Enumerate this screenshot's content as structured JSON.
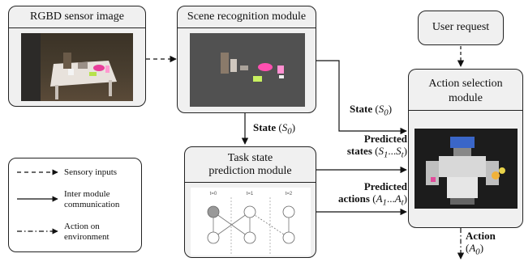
{
  "nodes": {
    "rgbd": {
      "title": "RGBD sensor image"
    },
    "scene": {
      "title": "Scene recognition module"
    },
    "task": {
      "title_line1": "Task state",
      "title_line2": "prediction module"
    },
    "user": {
      "title": "User request"
    },
    "action": {
      "title_line1": "Action selection",
      "title_line2": "module"
    }
  },
  "edges": {
    "scene_to_task": {
      "label": "State",
      "sym": "S",
      "sub": "0"
    },
    "scene_to_action": {
      "label": "State",
      "sym": "S",
      "sub": "0"
    },
    "states": {
      "line1": "Predicted",
      "line2": "states",
      "sym_a": "S",
      "sub_a": "1",
      "dots": "...",
      "sym_b": "S",
      "sub_b": "t"
    },
    "actions": {
      "line1": "Predicted",
      "line2": "actions",
      "sym_a": "A",
      "sub_a": "1",
      "dots": "...",
      "sym_b": "A",
      "sub_b": "t"
    },
    "output": {
      "label": "Action",
      "sym": "A",
      "sub": "0"
    }
  },
  "legend": [
    {
      "style": "dashed",
      "lines": [
        "Sensory inputs"
      ]
    },
    {
      "style": "solid",
      "lines": [
        "Inter module",
        "communication"
      ]
    },
    {
      "style": "dashdot",
      "lines": [
        "Action on",
        "environment"
      ]
    }
  ],
  "graph": {
    "columns": [
      "t=0",
      "t=1",
      "t=2"
    ]
  }
}
